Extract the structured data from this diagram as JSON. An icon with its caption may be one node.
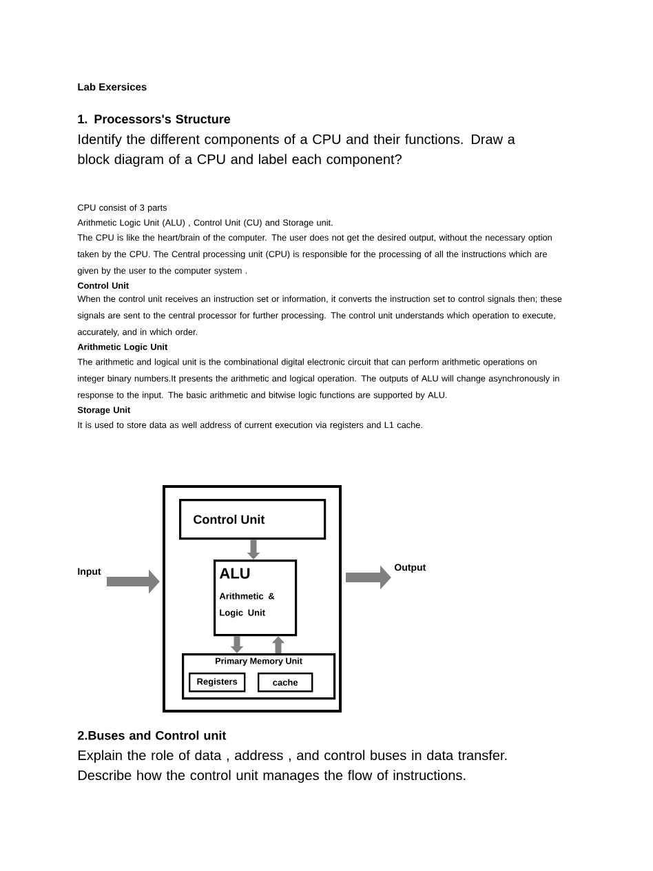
{
  "diagram": {
    "title": "Lab Exersices",
    "nodes": [
      {
        "text": [],
        "shape": "box"
      },
      {
        "text": [
          "Control Unit"
        ],
        "in": 0
      },
      {
        "text": [
          "ALU",
          "Arithmetic & Logic Unit"
        ],
        "in": 0
      },
      {
        "text": [
          "Primary Memory Unit"
        ],
        "in": 0
      },
      {
        "text": [
          "Registers"
        ],
        "in": 3
      },
      {
        "text": [
          "cache"
        ],
        "in": 3
      },
      {
        "text": [
          "Input"
        ]
      },
      {
        "text": [
          "Output"
        ]
      }
    ],
    "edges": [
      {
        "from": 1,
        "to": 2,
        "arrow": "to"
      },
      {
        "from": 2,
        "to": 3,
        "arrow": "to"
      },
      {
        "from": 3,
        "to": 2,
        "arrow": "to"
      },
      {
        "from": 6,
        "to": 0,
        "arrow": "to"
      },
      {
        "from": 0,
        "to": 7,
        "arrow": "to"
      }
    ],
    "labels": [
      "1. Processors's Structure",
      "Identify the different components of a CPU and their functions. Draw a block diagram of a CPU and label each component?",
      "CPU consist of 3 parts",
      "Arithmetic Logic Unit (ALU) , Control Unit (CU) and Storage unit.",
      "The CPU is like the heart/brain of the computer. The user does not get the desired output, without the necessary option taken by the CPU.  The Central processing unit (CPU) is responsible for the processing of all the instructions which are given by the user to the computer system .",
      "Control Unit",
      "When the control unit receives an instruction set or information, it converts the instruction set to control signals then; these signals are sent to the central processor for further processing. The control unit understands which operation to execute, accurately, and in which order.",
      "Arithmetic Logic Unit",
      "The arithmetic and logical unit is the combinational digital electronic circuit that can perform arithmetic operations on integer binary numbers.It presents the arithmetic and logical operation. The outputs of ALU will change asynchronously in response to the input. The basic arithmetic and bitwise logic functions are supported by ALU.",
      "Storage Unit",
      "It is used to store data as well address of current execution via registers and L1 cache.",
      "2.Buses and Control unit",
      "Explain the role of data , address , and control buses in data transfer. Describe how the control unit manages the flow of instructions."
    ]
  }
}
